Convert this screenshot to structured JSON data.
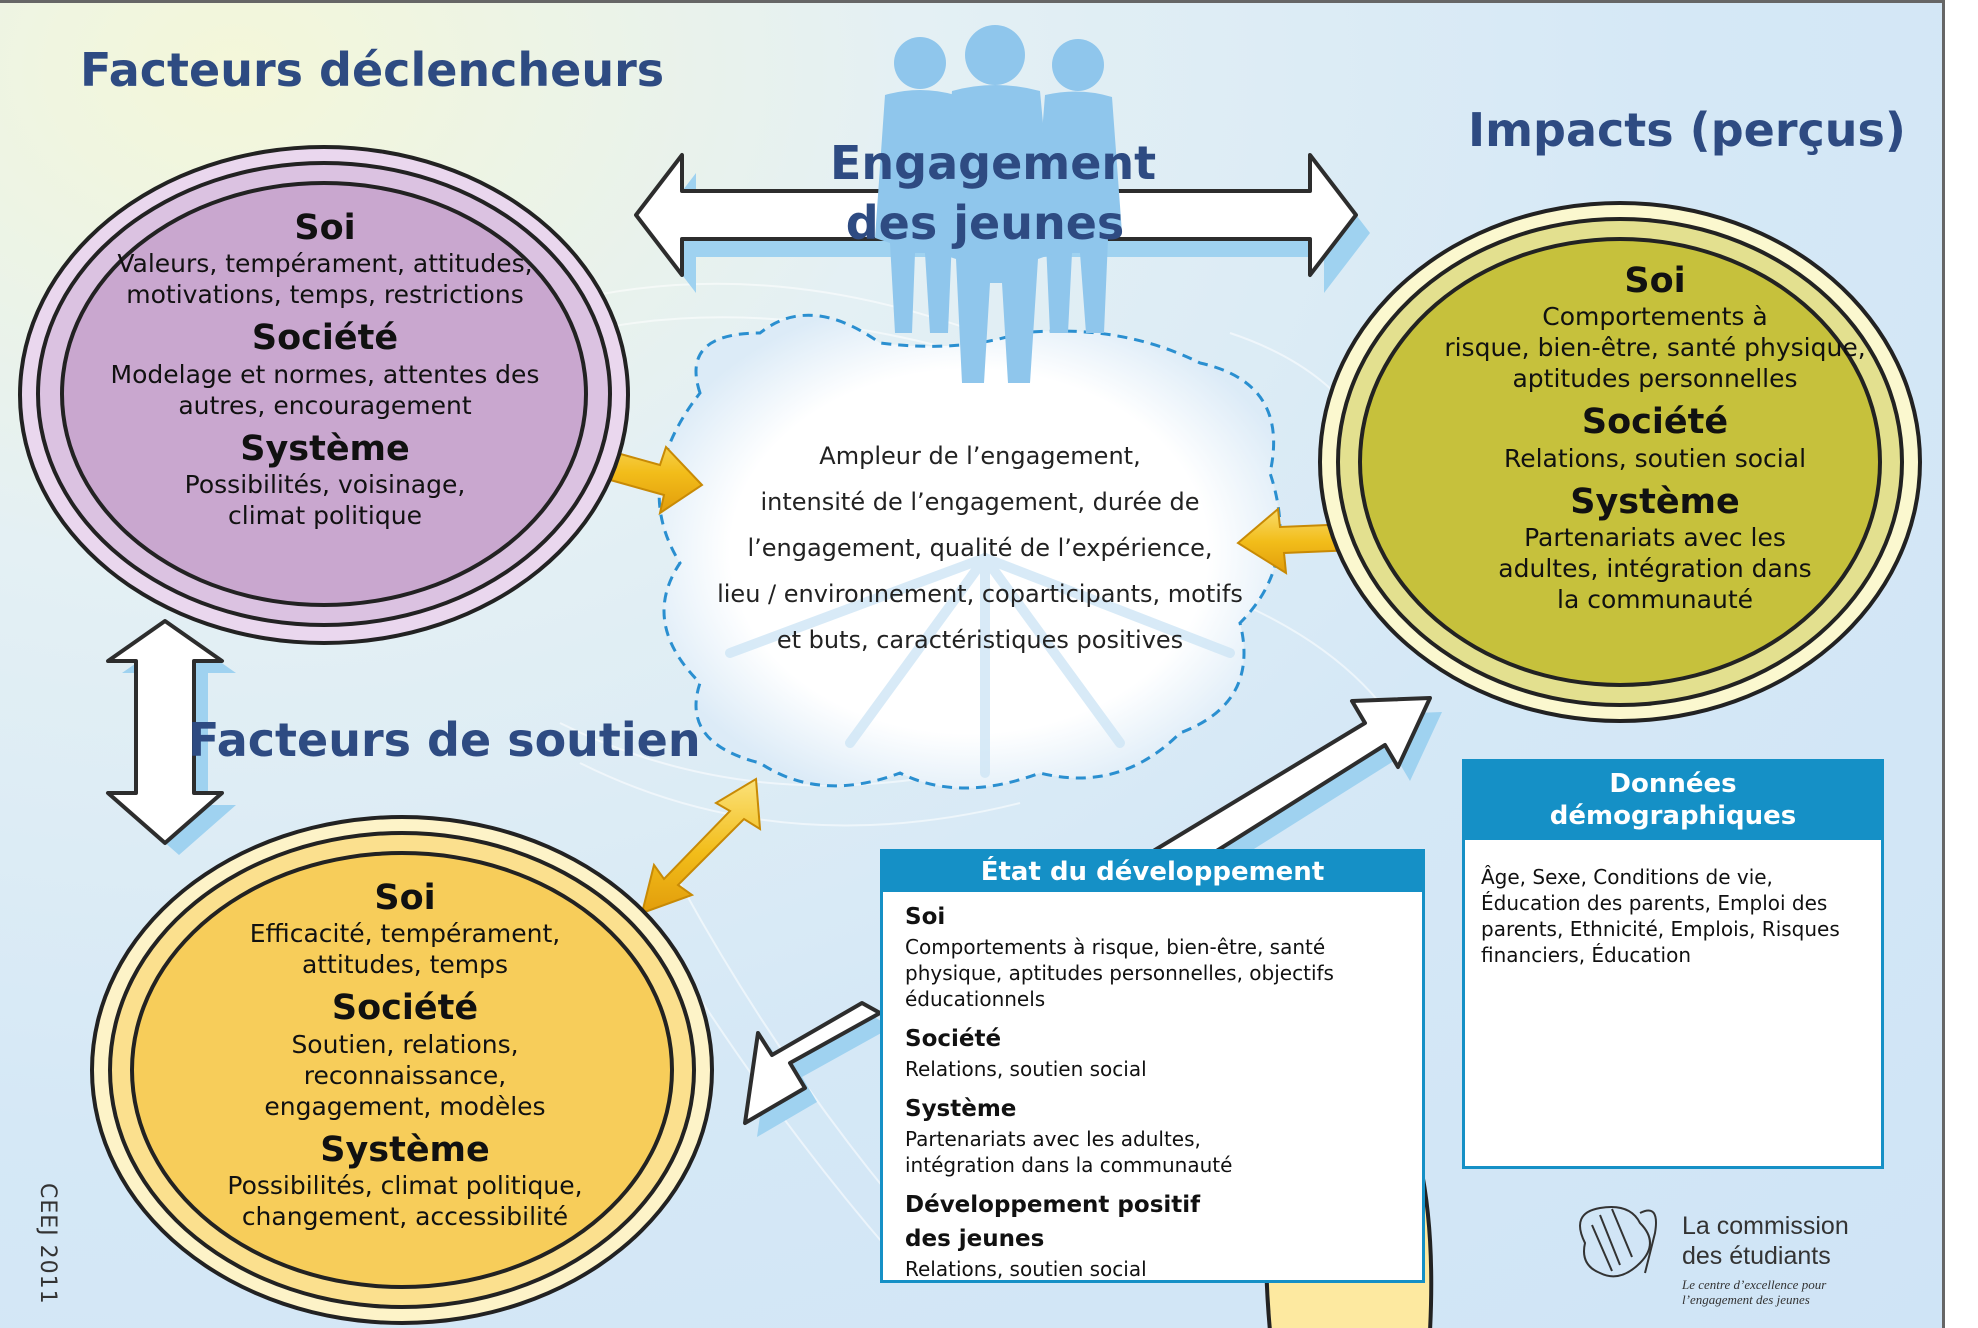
{
  "titles": {
    "triggers": "Facteurs déclencheurs",
    "impacts": "Impacts (perçus)",
    "support": "Facteurs de soutien",
    "engagement_line1": "Engagement",
    "engagement_line2": "des jeunes"
  },
  "triggers": {
    "soi_title": "Soi",
    "soi_text1": "Valeurs, tempérament, attitudes,",
    "soi_text2": "motivations, temps, restrictions",
    "societe_title": "Société",
    "societe_text1": "Modelage et normes, attentes des",
    "societe_text2": "autres, encouragement",
    "systeme_title": "Système",
    "systeme_text1": "Possibilités, voisinage,",
    "systeme_text2": "climat politique"
  },
  "impacts": {
    "soi_title": "Soi",
    "soi_text1": "Comportements à",
    "soi_text2": "risque, bien-être, santé physique,",
    "soi_text3": "aptitudes personnelles",
    "societe_title": "Société",
    "societe_text1": "Relations, soutien social",
    "systeme_title": "Système",
    "systeme_text1": "Partenariats avec les",
    "systeme_text2": "adultes, intégration dans",
    "systeme_text3": "la communauté"
  },
  "support": {
    "soi_title": "Soi",
    "soi_text1": "Efficacité, tempérament,",
    "soi_text2": "attitudes, temps",
    "societe_title": "Société",
    "societe_text1": "Soutien, relations, reconnaissance,",
    "societe_text2": "engagement, modèles",
    "systeme_title": "Système",
    "systeme_text1": "Possibilités, climat politique,",
    "systeme_text2": "changement, accessibilité"
  },
  "cloud": {
    "line1": "Ampleur de l’engagement,",
    "line2": "intensité de l’engagement, durée de",
    "line3": "l’engagement, qualité de l’expérience,",
    "line4": "lieu / environnement, coparticipants, motifs",
    "line5": "et buts, caractéristiques positives"
  },
  "etat": {
    "header": "État du développement",
    "soi_title": "Soi",
    "soi_text": "Comportements à risque, bien-être, santé physique, aptitudes personnelles, objectifs éducationnels",
    "societe_title": "Société",
    "societe_text": "Relations, soutien social",
    "systeme_title": "Système",
    "systeme_text": "Partenariats avec les adultes, intégration dans la communauté",
    "dev_title_line1": "Développement positif",
    "dev_title_line2": "des jeunes",
    "dev_text": "Relations, soutien social"
  },
  "demo": {
    "header_line1": "Données",
    "header_line2": "démographiques",
    "text": "Âge, Sexe, Conditions de vie, Éducation des parents, Emploi des parents, Ethnicité, Emplois, Risques financiers, Éducation"
  },
  "logo": {
    "line1": "La commission",
    "line2": "des étudiants",
    "tagline1": "Le centre d’excellence pour",
    "tagline2": "l’engagement des jeunes"
  },
  "copyright": "CEEJ 2011",
  "colors": {
    "title_blue": "#2e4b82",
    "triggers_fill": "#c9a7cf",
    "impacts_fill": "#c6c13c",
    "support_fill": "#f7cd5a",
    "box_header_blue": "#1590c6",
    "arrow_yellow": "#f2c21b",
    "figure_blue": "#8fc6ec"
  },
  "icons": [
    "youth-silhouettes-icon",
    "cartoon-face-icon",
    "shell-logo-icon"
  ]
}
